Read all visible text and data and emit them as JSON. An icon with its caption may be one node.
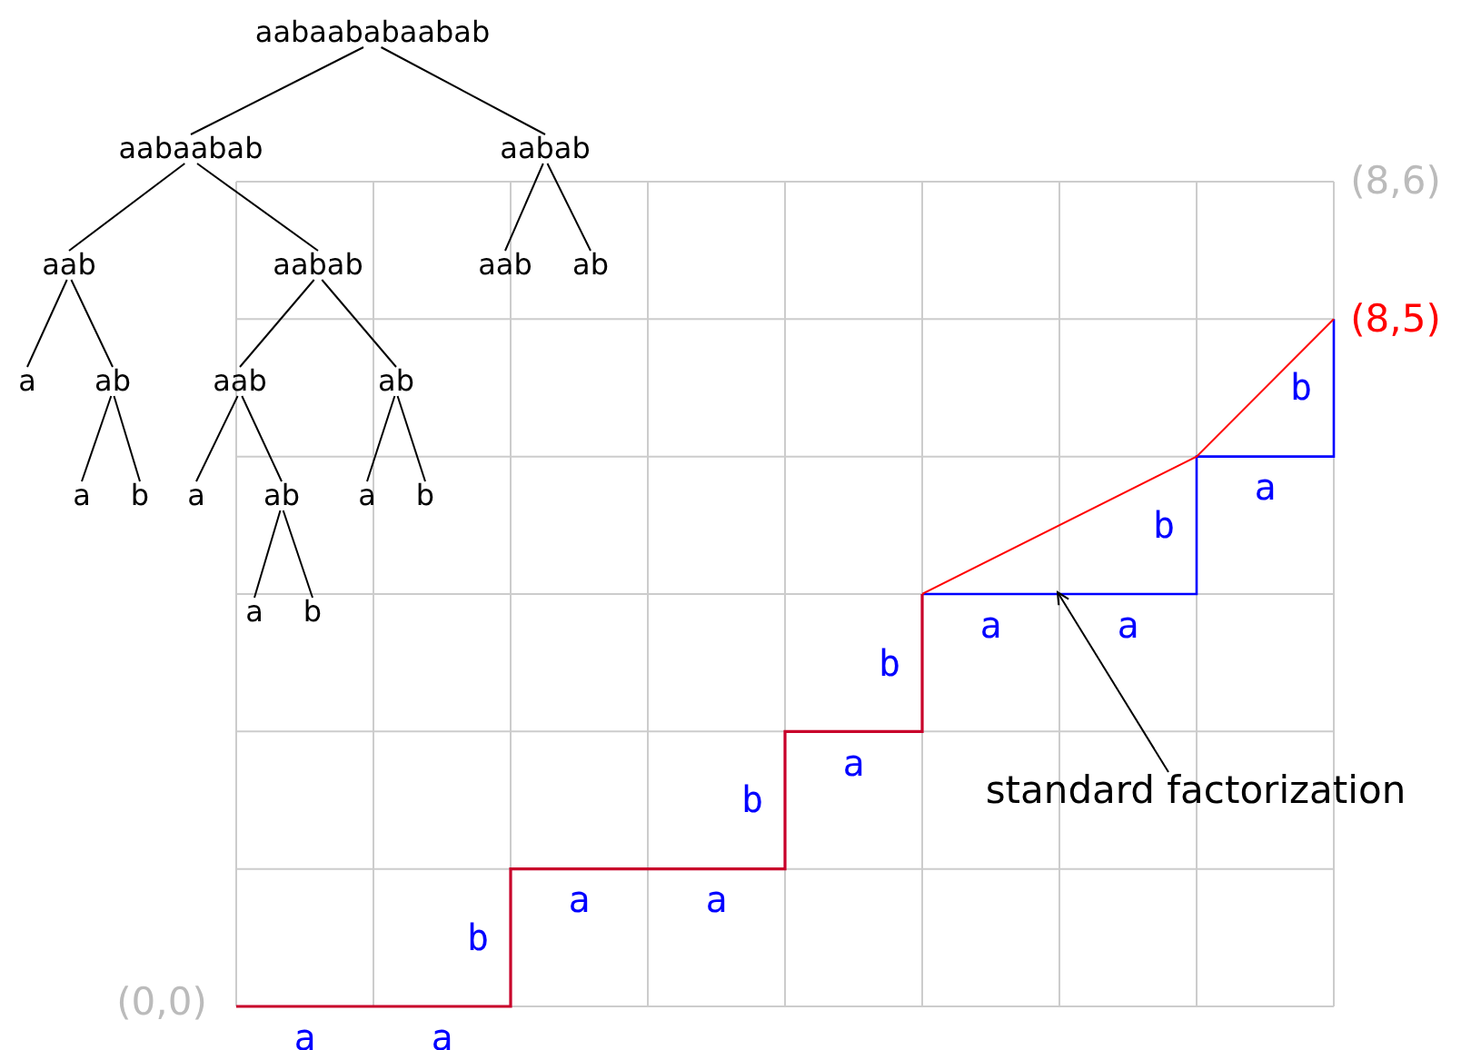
{
  "diagram": {
    "nodes": [
      {
        "text": [
          "aabaababaabab"
        ]
      },
      {
        "text": [
          "aabaabab"
        ]
      },
      {
        "text": [
          "aabab"
        ]
      },
      {
        "text": [
          "aab"
        ]
      },
      {
        "text": [
          "aabab"
        ]
      },
      {
        "text": [
          "aab"
        ]
      },
      {
        "text": [
          "ab"
        ]
      },
      {
        "text": [
          "a"
        ]
      },
      {
        "text": [
          "ab"
        ]
      },
      {
        "text": [
          "aab"
        ]
      },
      {
        "text": [
          "ab"
        ]
      },
      {
        "text": [
          "a"
        ]
      },
      {
        "text": [
          "b"
        ]
      },
      {
        "text": [
          "a"
        ]
      },
      {
        "text": [
          "ab"
        ]
      },
      {
        "text": [
          "a"
        ]
      },
      {
        "text": [
          "b"
        ]
      },
      {
        "text": [
          "a"
        ]
      },
      {
        "text": [
          "b"
        ]
      },
      {
        "text": [
          "standard factorization"
        ]
      }
    ],
    "edges": [
      {
        "from": 0,
        "to": 1,
        "arrow": "none"
      },
      {
        "from": 0,
        "to": 2,
        "arrow": "none"
      },
      {
        "from": 1,
        "to": 3,
        "arrow": "none"
      },
      {
        "from": 1,
        "to": 4,
        "arrow": "none"
      },
      {
        "from": 2,
        "to": 5,
        "arrow": "none"
      },
      {
        "from": 2,
        "to": 6,
        "arrow": "none"
      },
      {
        "from": 3,
        "to": 7,
        "arrow": "none"
      },
      {
        "from": 3,
        "to": 8,
        "arrow": "none"
      },
      {
        "from": 4,
        "to": 9,
        "arrow": "none"
      },
      {
        "from": 4,
        "to": 10,
        "arrow": "none"
      },
      {
        "from": 8,
        "to": 11,
        "arrow": "none"
      },
      {
        "from": 8,
        "to": 12,
        "arrow": "none"
      },
      {
        "from": 9,
        "to": 13,
        "arrow": "none"
      },
      {
        "from": 9,
        "to": 14,
        "arrow": "none"
      },
      {
        "from": 10,
        "to": 15,
        "arrow": "none"
      },
      {
        "from": 10,
        "to": 16,
        "arrow": "none"
      },
      {
        "from": 14,
        "to": 17,
        "arrow": "none"
      },
      {
        "from": 14,
        "to": 18,
        "arrow": "none"
      },
      {
        "from": 19,
        "to": null,
        "arrow": "to"
      }
    ],
    "labels": [
      "(8,6)",
      "(8,5)",
      "(0,0)",
      "a",
      "a",
      "b",
      "a",
      "a",
      "b",
      "a",
      "b",
      "a",
      "a",
      "b",
      "a",
      "b"
    ]
  }
}
